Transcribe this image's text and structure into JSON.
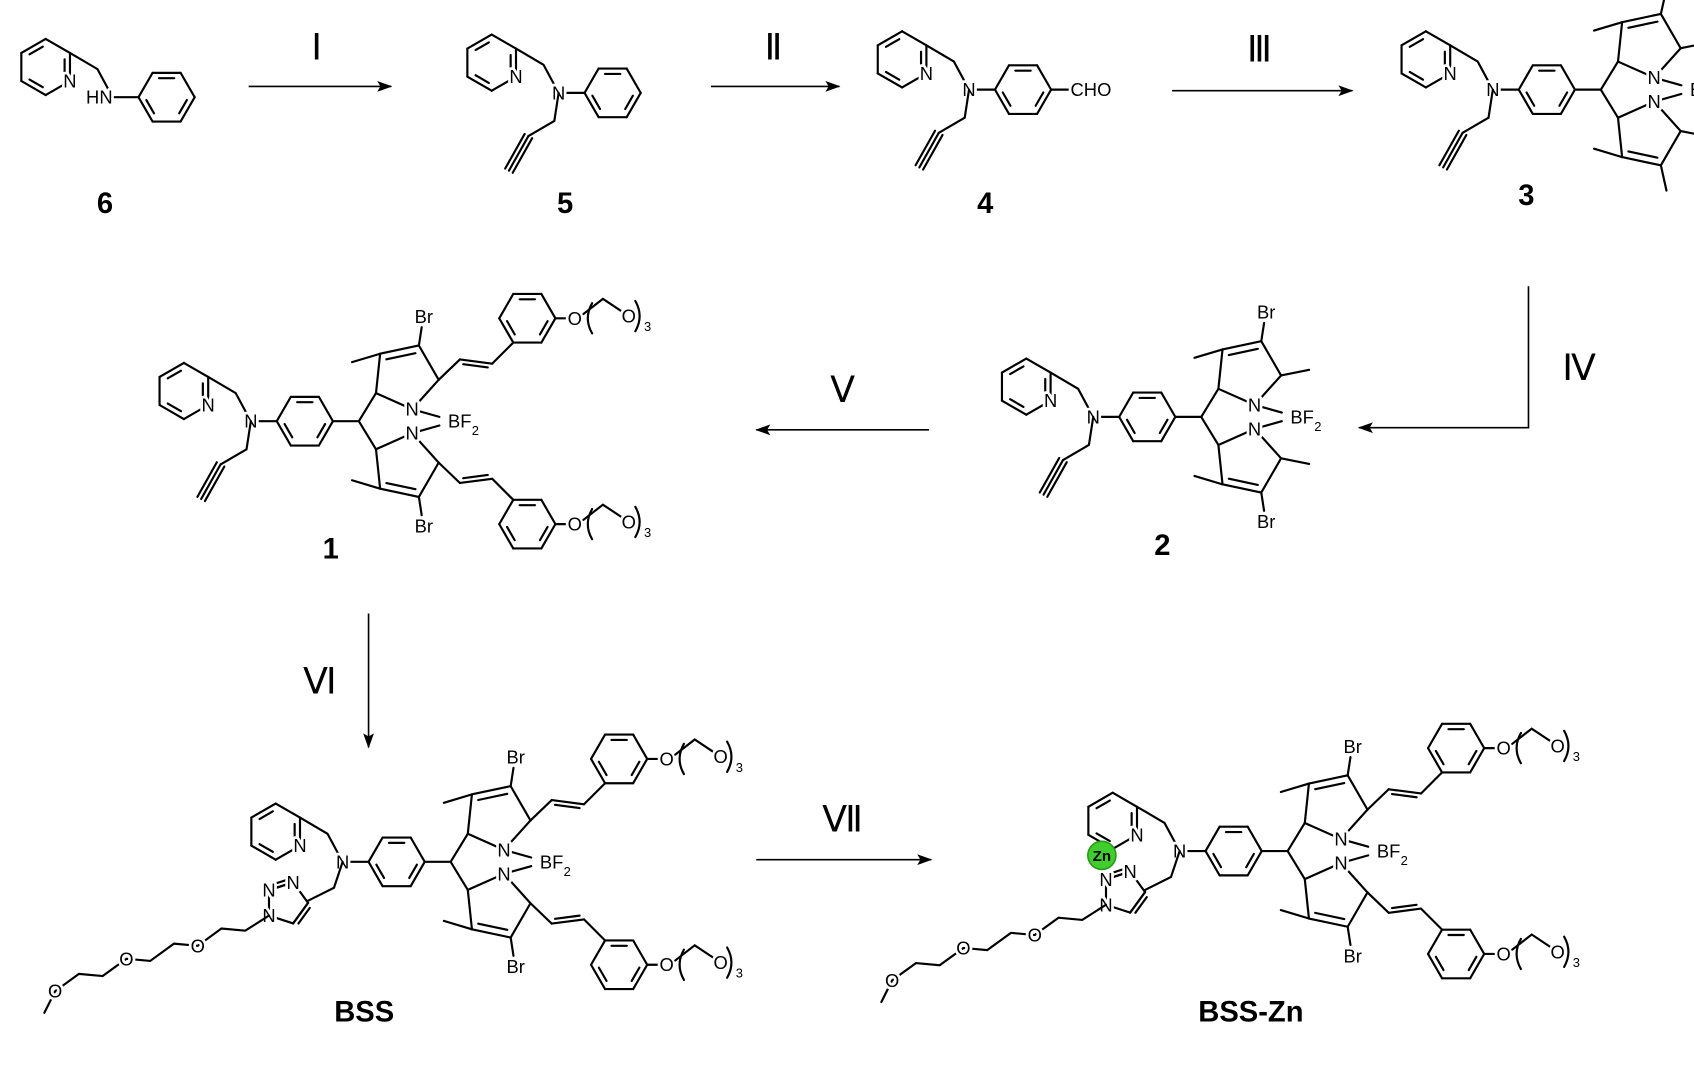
{
  "compounds": {
    "c6": "6",
    "c5": "5",
    "c4": "4",
    "c3": "3",
    "c2": "2",
    "c1": "1",
    "bss": "BSS",
    "bsszn": "BSS-Zn"
  },
  "steps": {
    "s1": "Ⅰ",
    "s2": "Ⅱ",
    "s3": "Ⅲ",
    "s4": "Ⅳ",
    "s5": "Ⅴ",
    "s6": "Ⅵ",
    "s7": "Ⅶ"
  },
  "atom_labels": {
    "N": "N",
    "HN": "HN",
    "CHO": "CHO",
    "BF": "BF",
    "two": "2",
    "Br": "Br",
    "O": "O",
    "three": "3",
    "Zn": "Zn"
  },
  "colors": {
    "zinc": "#3ecf2a",
    "ink": "#000000"
  }
}
